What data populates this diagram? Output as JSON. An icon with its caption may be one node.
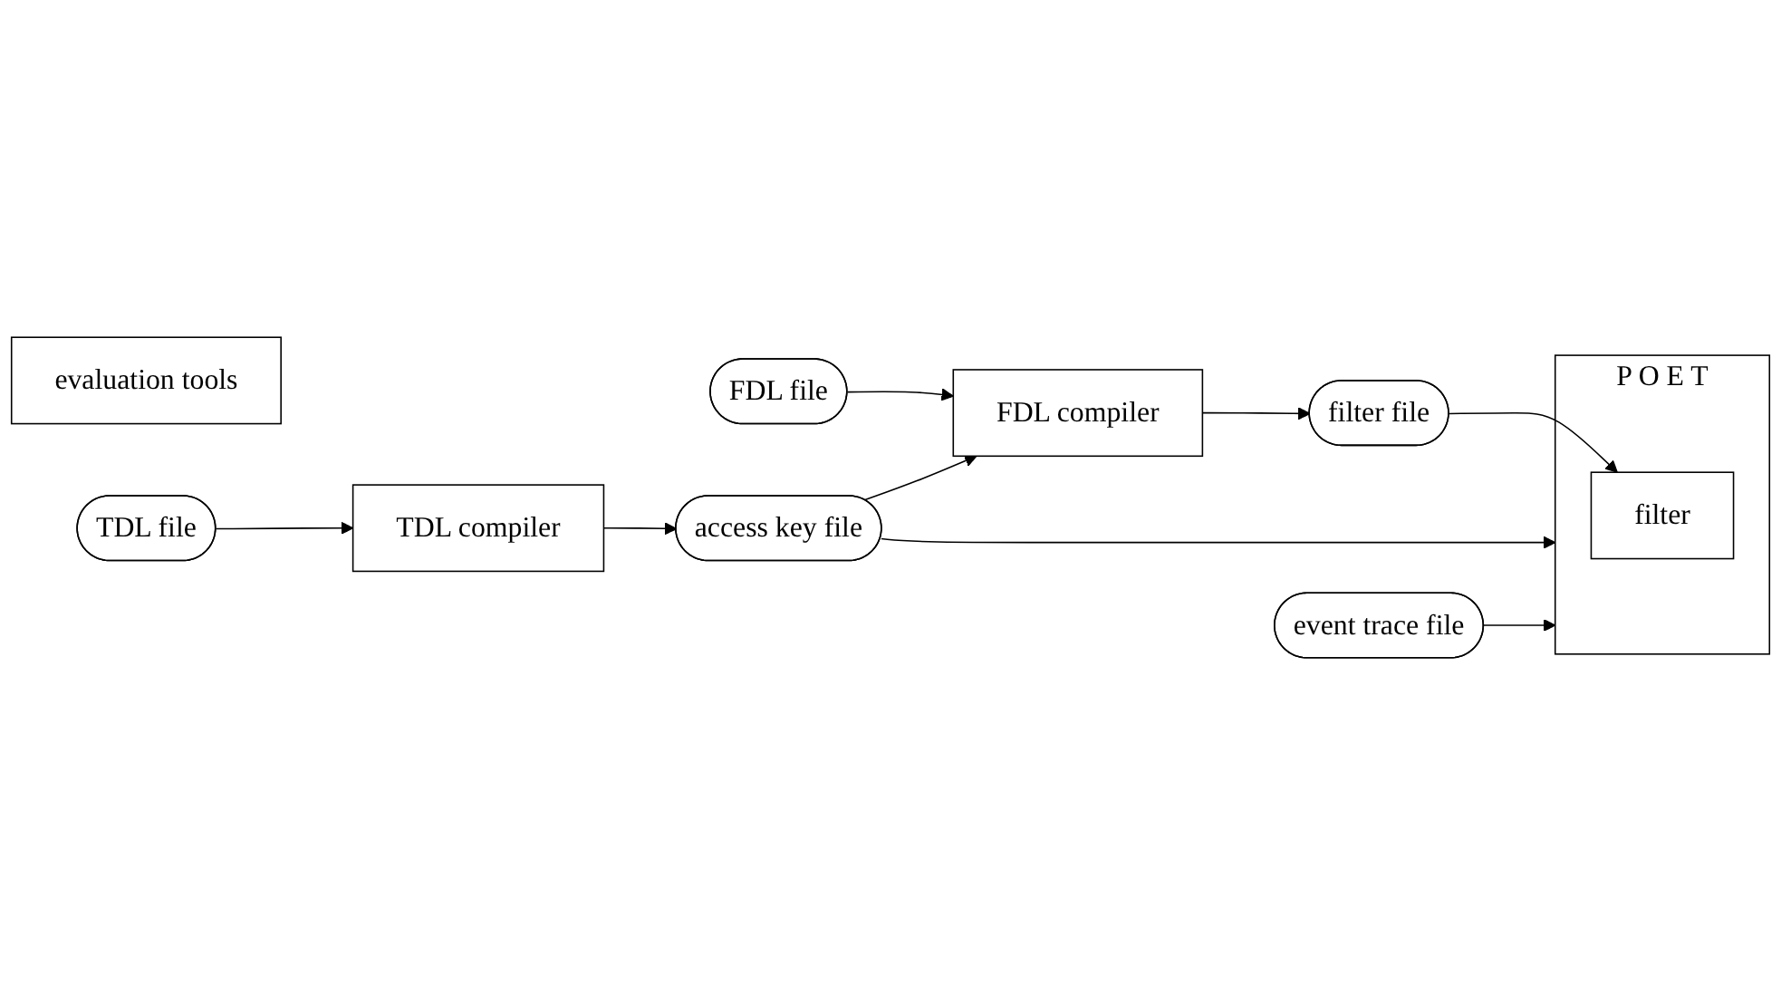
{
  "diagram": {
    "nodes": [
      {
        "text": [
          "FDL file"
        ]
      },
      {
        "text": [
          "FDL compiler"
        ]
      },
      {
        "text": [
          "filter file"
        ]
      },
      {
        "text": [
          "evaluation tools"
        ]
      },
      {
        "text": [
          "P O E T"
        ]
      },
      {
        "text": [
          "filter"
        ],
        "in": 4
      },
      {
        "text": [
          "TDL file"
        ]
      },
      {
        "text": [
          "TDL compiler"
        ]
      },
      {
        "text": [
          "access key file"
        ]
      },
      {
        "text": [
          "event trace file"
        ]
      }
    ],
    "edges": [
      {
        "from": 0,
        "to": 1,
        "arrow": "to"
      },
      {
        "from": 1,
        "to": 2,
        "arrow": "to"
      },
      {
        "from": 2,
        "to": 5,
        "arrow": "to"
      },
      {
        "from": 8,
        "to": 1,
        "arrow": "to"
      },
      {
        "from": 6,
        "to": 7,
        "arrow": "to"
      },
      {
        "from": 7,
        "to": 8,
        "arrow": "to"
      },
      {
        "from": 8,
        "to": 4,
        "arrow": "to"
      },
      {
        "from": 9,
        "to": 4,
        "arrow": "to"
      }
    ]
  }
}
